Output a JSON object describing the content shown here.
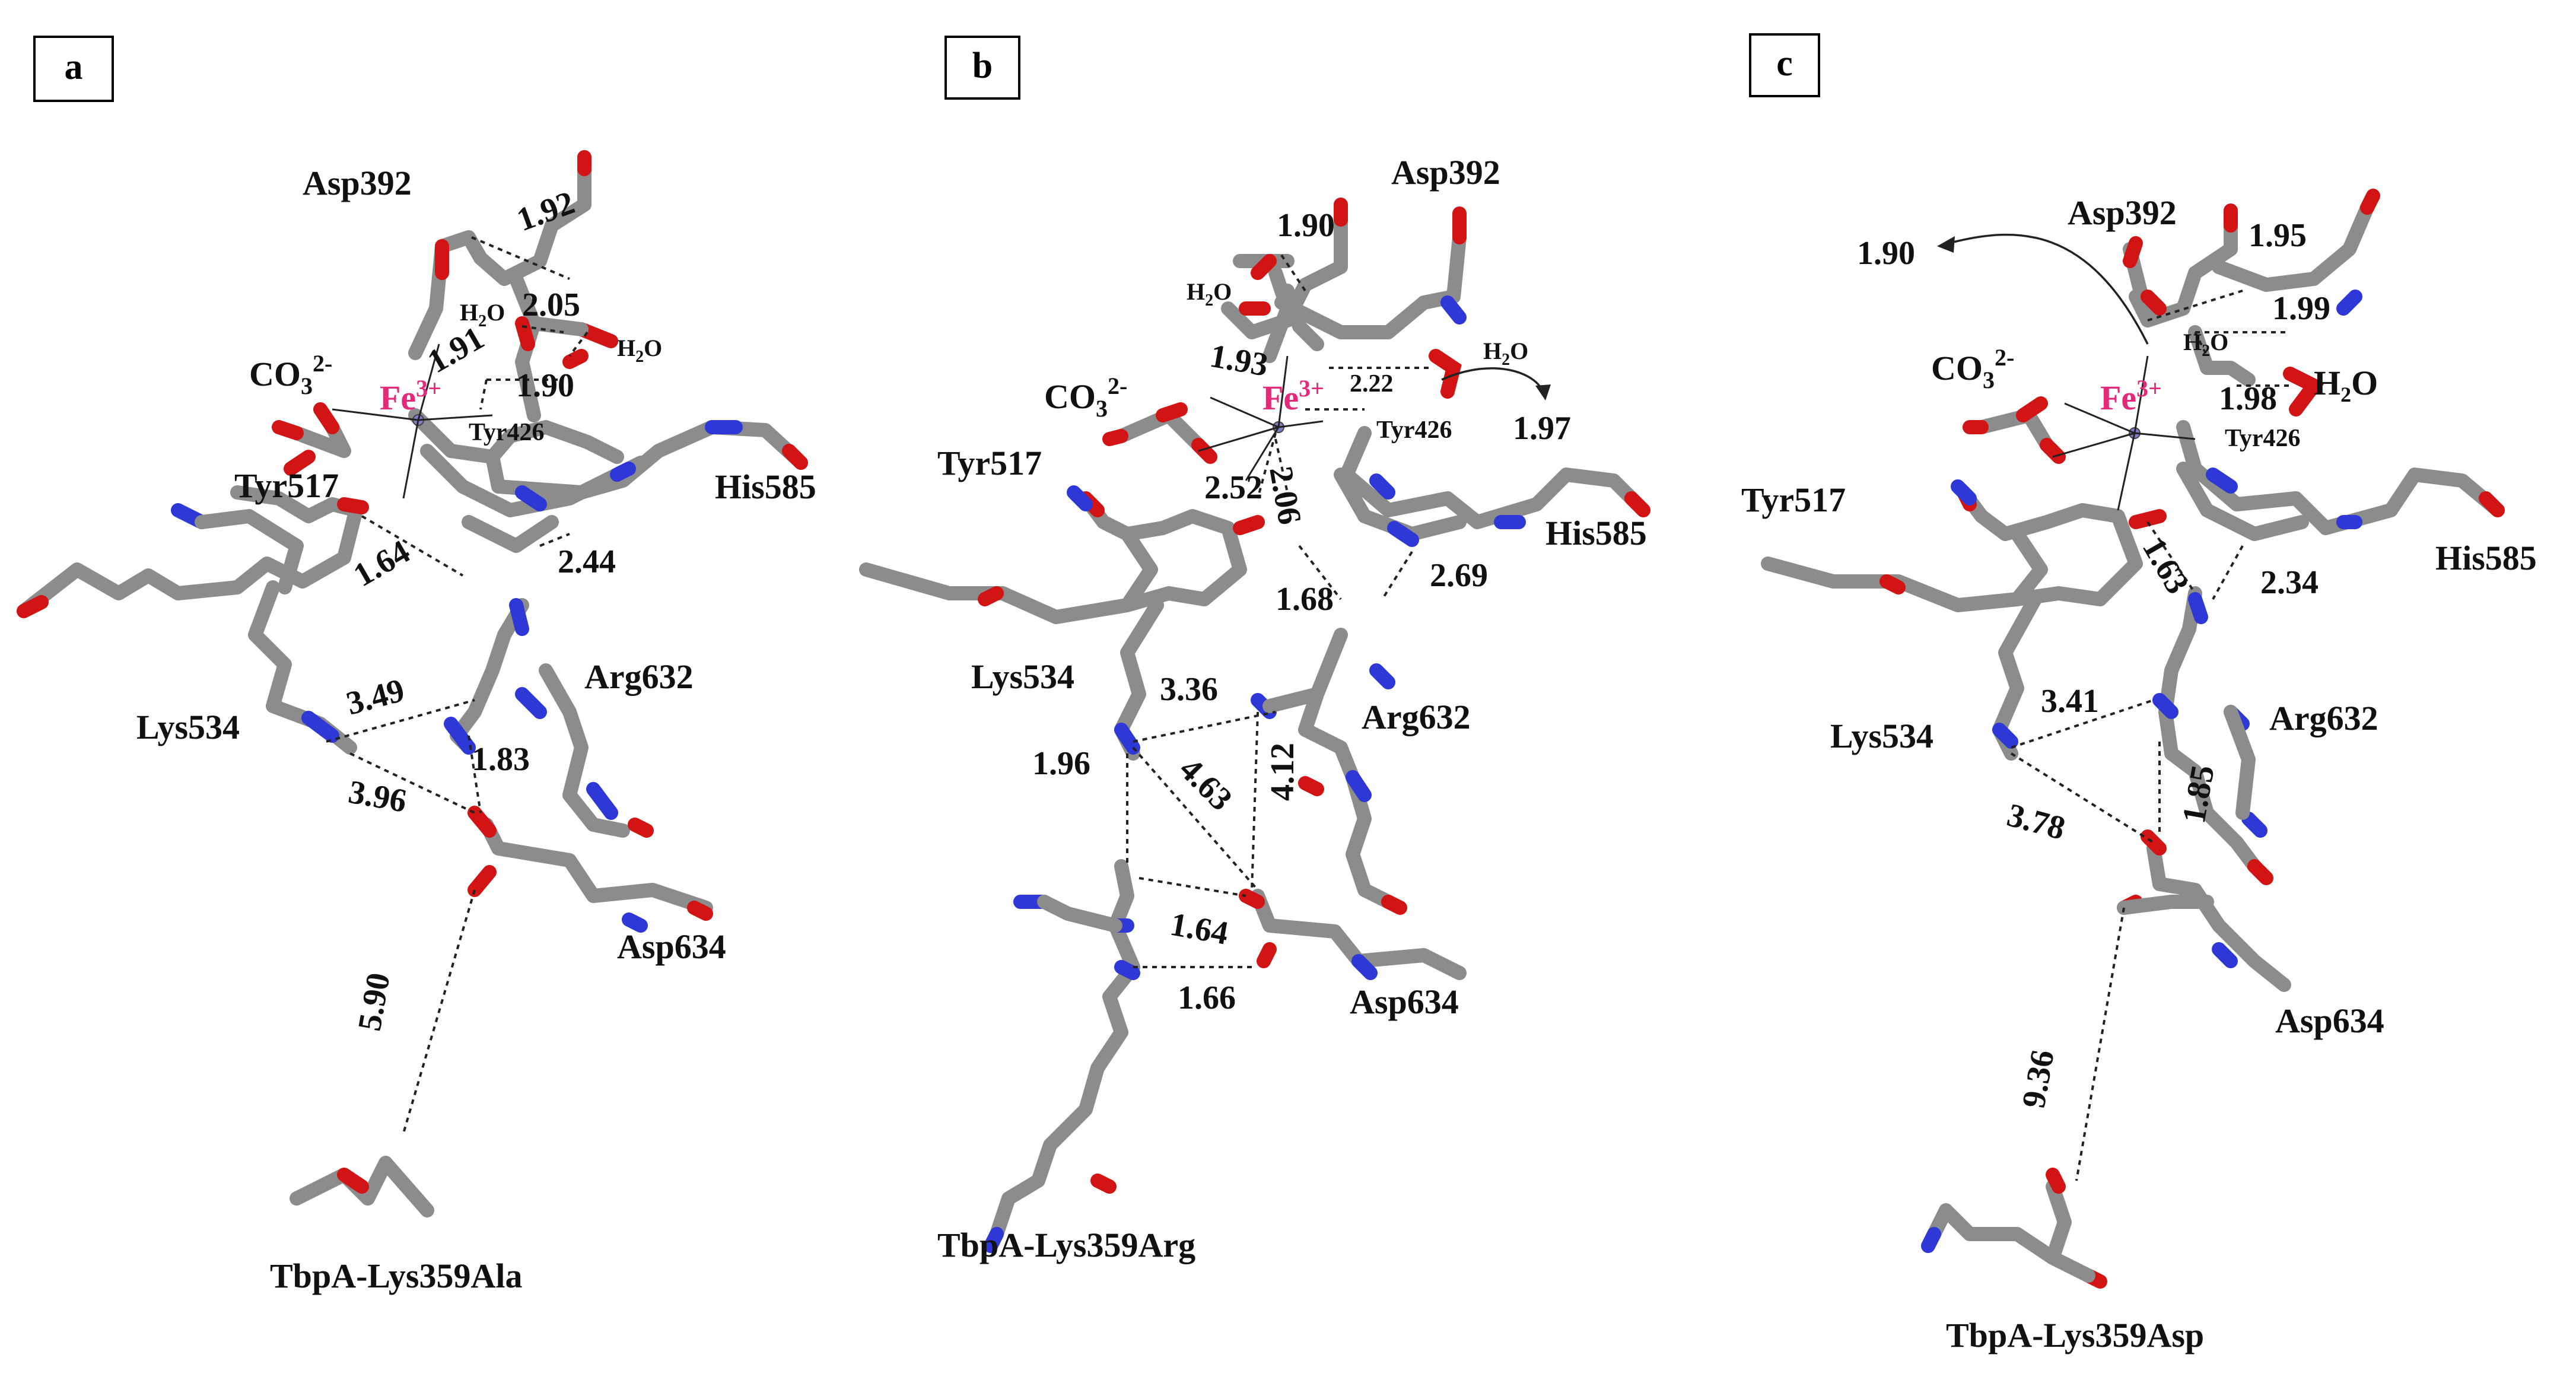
{
  "panels": [
    {
      "letter": "a",
      "title": "TbpA-Lys359Ala",
      "iron": "Fe",
      "iron_charge": "3+",
      "carbonate": "CO",
      "carbonate_sub": "3",
      "carbonate_charge": "2-",
      "water": "H",
      "water_sub": "2",
      "water_o": "O",
      "residues": [
        "Asp392",
        "Tyr426",
        "Tyr517",
        "His585",
        "Lys534",
        "Arg632",
        "Asp634"
      ],
      "distances": [
        "1.92",
        "2.05",
        "1.91",
        "1.90",
        "1.64",
        "2.44",
        "3.49",
        "1.83",
        "3.96",
        "5.90"
      ]
    },
    {
      "letter": "b",
      "title": "TbpA-Lys359Arg",
      "iron": "Fe",
      "iron_charge": "3+",
      "carbonate": "CO",
      "carbonate_sub": "3",
      "carbonate_charge": "2-",
      "water": "H",
      "water_sub": "2",
      "water_o": "O",
      "residues": [
        "Asp392",
        "Tyr426",
        "Tyr517",
        "His585",
        "Lys534",
        "Arg632",
        "Asp634"
      ],
      "distances": [
        "1.90",
        "1.93",
        "2.22",
        "1.97",
        "2.52",
        "2.06",
        "1.68",
        "2.69",
        "3.36",
        "1.96",
        "4.63",
        "4.12",
        "1.64",
        "1.66"
      ]
    },
    {
      "letter": "c",
      "title": "TbpA-Lys359Asp",
      "iron": "Fe",
      "iron_charge": "3+",
      "carbonate": "CO",
      "carbonate_sub": "3",
      "carbonate_charge": "2-",
      "water": "H",
      "water_sub": "2",
      "water_o": "O",
      "residues": [
        "Asp392",
        "Tyr426",
        "Tyr517",
        "His585",
        "Lys534",
        "Arg632",
        "Asp634"
      ],
      "distances": [
        "1.90",
        "1.95",
        "1.99",
        "1.98",
        "1.63",
        "2.34",
        "3.41",
        "1.85",
        "3.78",
        "9.36"
      ]
    }
  ],
  "colors": {
    "carbon": "#8c8c8c",
    "oxygen": "#d21414",
    "nitrogen": "#2d38d6",
    "iron_label": "#e4287a",
    "iron_atom": "#7e7ec8"
  }
}
